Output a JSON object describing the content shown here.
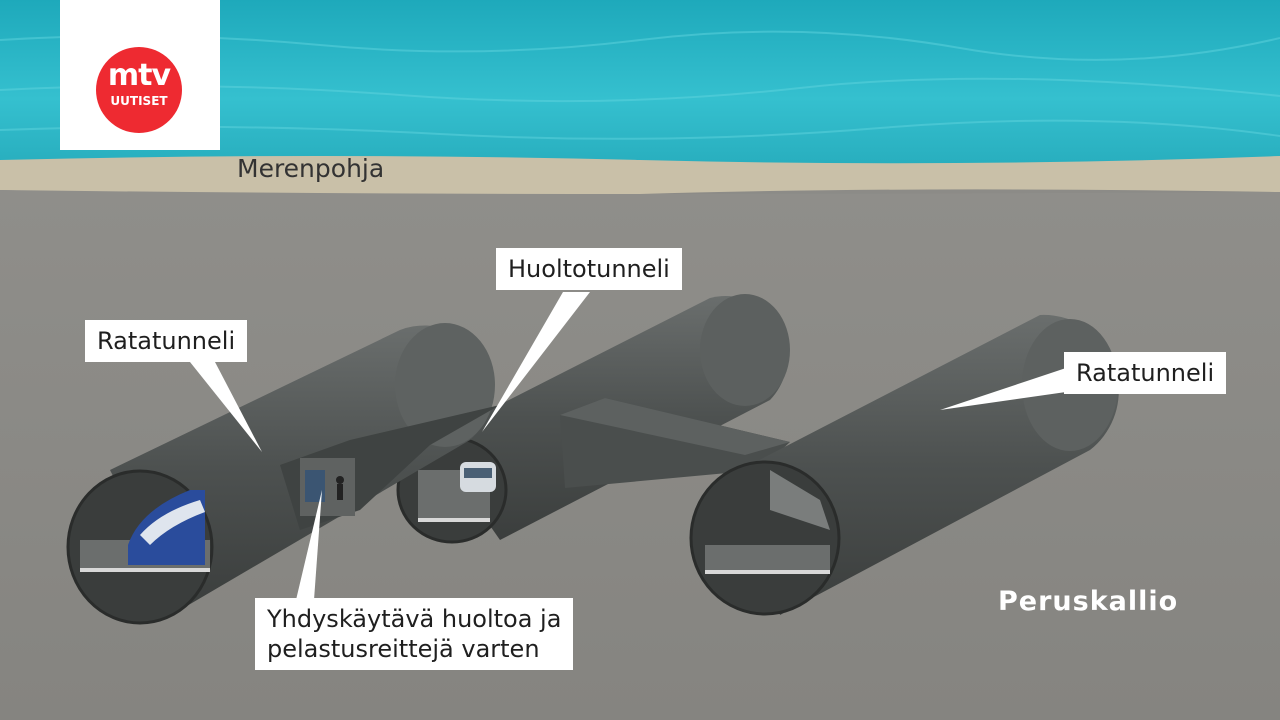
{
  "brand": {
    "logo_main": "mtv",
    "logo_sub": "UUTISET",
    "accent": "#ee2a31"
  },
  "labels": {
    "seabed": "Merenpohja",
    "bedrock": "Peruskallio",
    "rail_tunnel_left": "Ratatunneli",
    "service_tunnel": "Huoltotunneli",
    "rail_tunnel_right": "Ratatunneli",
    "connecting_passage_line1": "Yhdyskäytävä huoltoa ja",
    "connecting_passage_line2": "pelastusreittejä varten"
  },
  "colors": {
    "sea": "#2bb6c6",
    "seabed": "#c9c0a8",
    "rock": "#8c8b87",
    "tunnel": "#4f5352"
  }
}
